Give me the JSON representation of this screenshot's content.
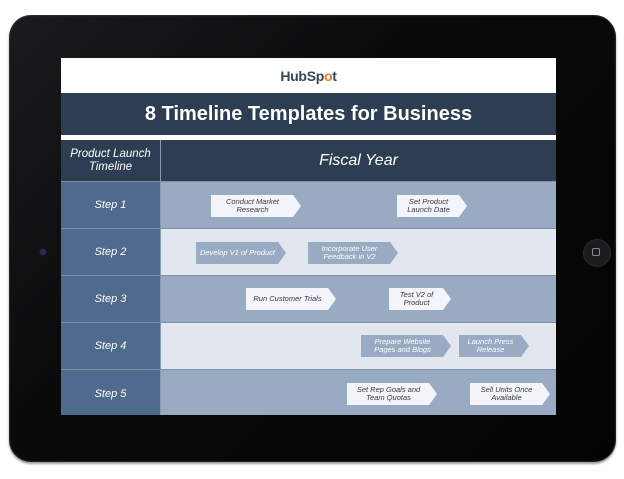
{
  "device": {
    "type": "tablet",
    "camera_icon": "front-camera-dot",
    "home_button_icon": "home-button-square"
  },
  "logo": {
    "text_before": "HubSp",
    "sprocket": "o",
    "text_after": "t"
  },
  "title": "8 Timeline Templates for Business",
  "table": {
    "header_left": "Product Launch Timeline",
    "header_right": "Fiscal Year",
    "colors": {
      "header_bg": "#2e3e52",
      "step_bg": "#4e6a8c",
      "row_dark": "#98abc2",
      "row_light": "#e2e6ee",
      "task_white": "#f4f5fb",
      "logo_accent": "#f57722"
    },
    "rows": [
      {
        "label": "Step 1",
        "tasks": [
          {
            "text": "Conduct Market Research",
            "style": "white"
          },
          {
            "text": "Set Product Launch Date",
            "style": "white"
          }
        ]
      },
      {
        "label": "Step 2",
        "tasks": [
          {
            "text": "Develop V1 of Product",
            "style": "blue"
          },
          {
            "text": "Incorporate User Feedback in V2",
            "style": "blue"
          }
        ]
      },
      {
        "label": "Step 3",
        "tasks": [
          {
            "text": "Run Customer Trials",
            "style": "white"
          },
          {
            "text": "Test V2 of Product",
            "style": "white"
          }
        ]
      },
      {
        "label": "Step 4",
        "tasks": [
          {
            "text": "Prepare Website Pages and Blogs",
            "style": "blue"
          },
          {
            "text": "Launch Press Release",
            "style": "blue"
          }
        ]
      },
      {
        "label": "Step 5",
        "tasks": [
          {
            "text": "Set Rep Goals and Team Quotas",
            "style": "white"
          },
          {
            "text": "Sell Units Once Available",
            "style": "white"
          }
        ]
      }
    ]
  }
}
